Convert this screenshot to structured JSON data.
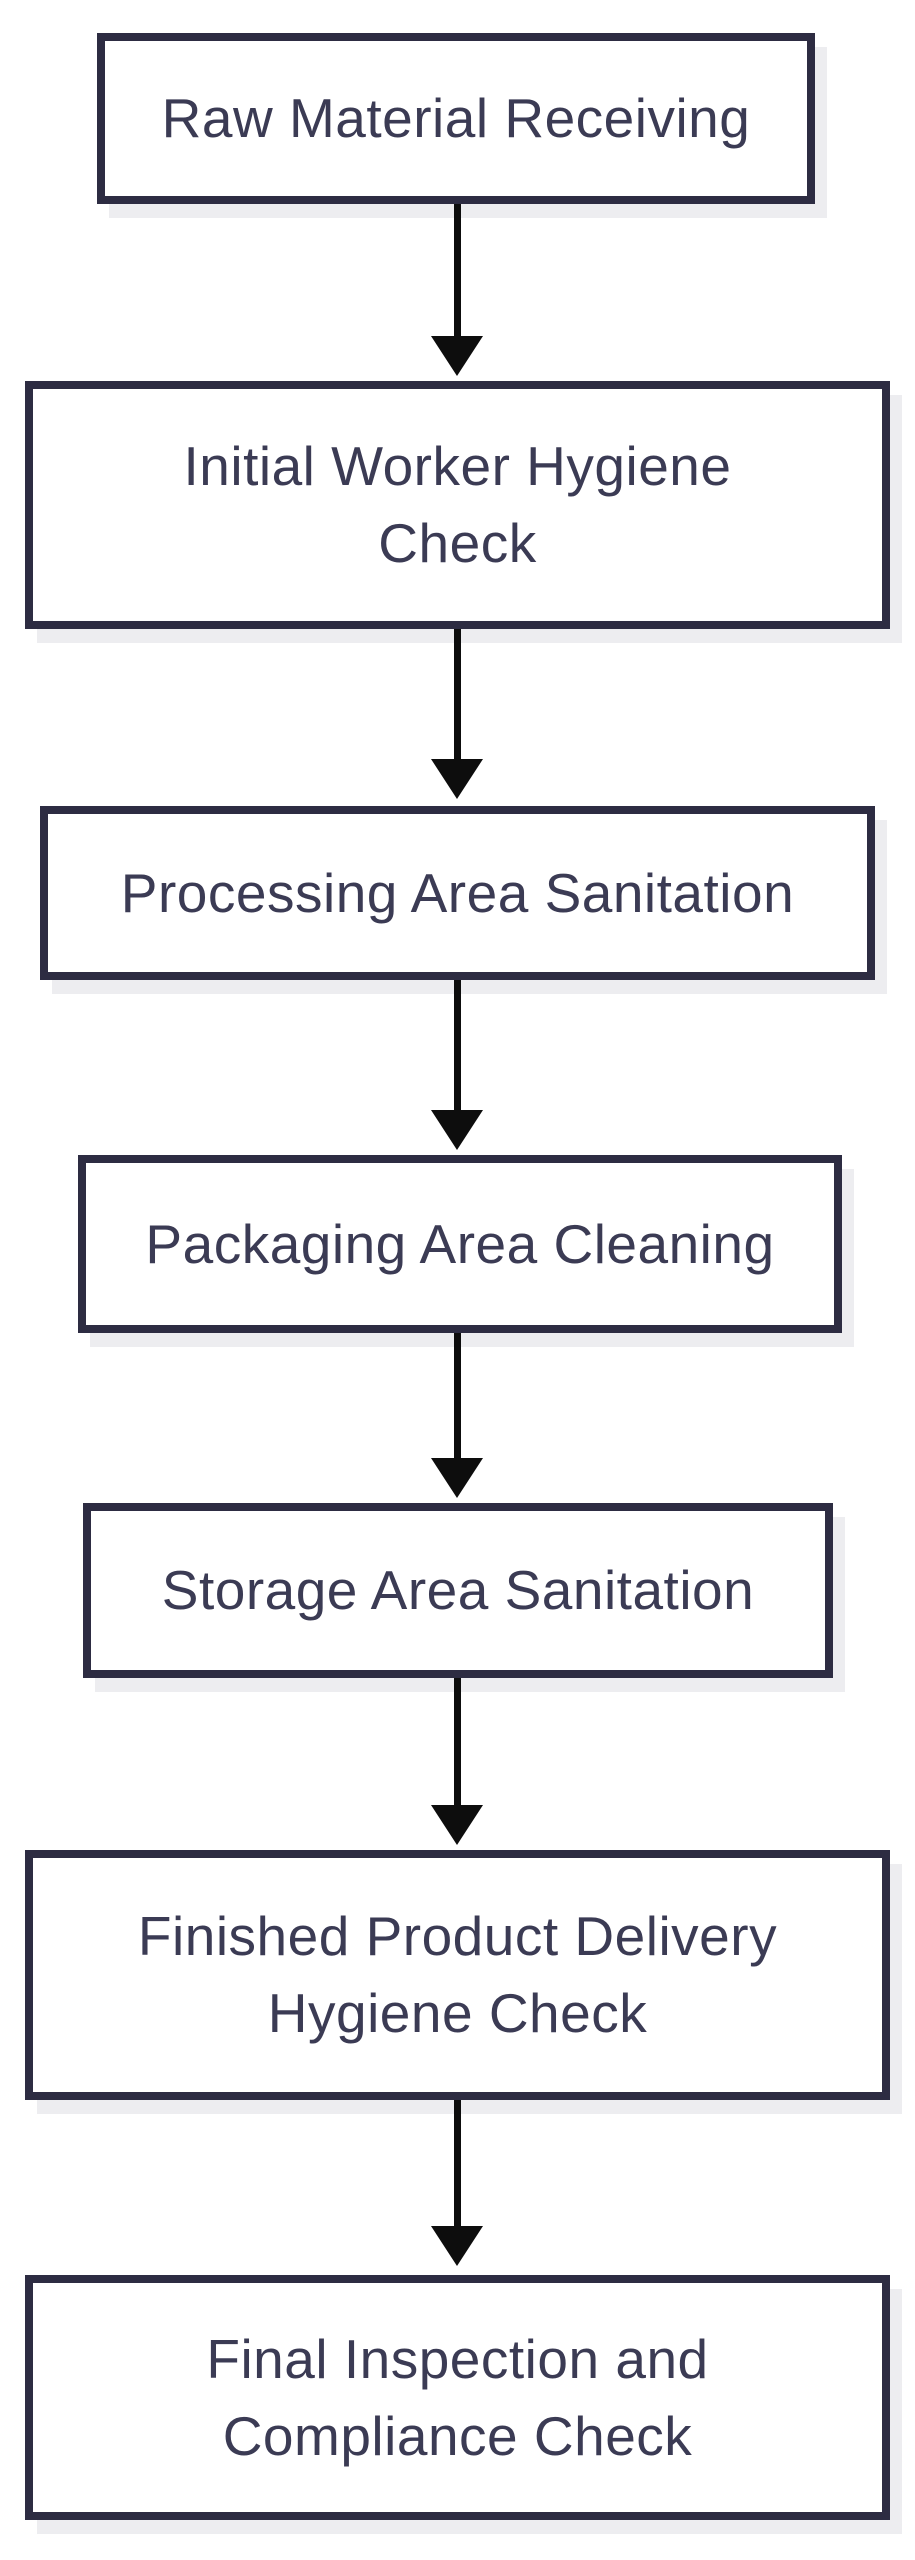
{
  "theme": {
    "background": "#ffffff",
    "border_color": "#2d2c42",
    "text_color": "#3b3b54",
    "arrow_color": "#0d0d0d",
    "shadow_color": "#ededf0"
  },
  "flow": {
    "type": "flowchart",
    "direction": "top-down",
    "nodes": [
      {
        "id": "raw-material-receiving",
        "label": "Raw Material Receiving",
        "line1": "Raw Material Receiving",
        "line2": ""
      },
      {
        "id": "initial-worker-hygiene-check",
        "label": "Initial Worker Hygiene Check",
        "line1": "Initial Worker Hygiene",
        "line2": "Check"
      },
      {
        "id": "processing-area-sanitation",
        "label": "Processing Area Sanitation",
        "line1": "Processing Area Sanitation",
        "line2": ""
      },
      {
        "id": "packaging-area-cleaning",
        "label": "Packaging Area Cleaning",
        "line1": "Packaging Area Cleaning",
        "line2": ""
      },
      {
        "id": "storage-area-sanitation",
        "label": "Storage Area Sanitation",
        "line1": "Storage Area Sanitation",
        "line2": ""
      },
      {
        "id": "finished-product-delivery-hygiene-check",
        "label": "Finished Product Delivery Hygiene Check",
        "line1": "Finished Product Delivery",
        "line2": "Hygiene Check"
      },
      {
        "id": "final-inspection-and-compliance-check",
        "label": "Final Inspection and Compliance Check",
        "line1": "Final Inspection and",
        "line2": "Compliance Check"
      }
    ],
    "edges": [
      {
        "from": "raw-material-receiving",
        "to": "initial-worker-hygiene-check"
      },
      {
        "from": "initial-worker-hygiene-check",
        "to": "processing-area-sanitation"
      },
      {
        "from": "processing-area-sanitation",
        "to": "packaging-area-cleaning"
      },
      {
        "from": "packaging-area-cleaning",
        "to": "storage-area-sanitation"
      },
      {
        "from": "storage-area-sanitation",
        "to": "finished-product-delivery-hygiene-check"
      },
      {
        "from": "finished-product-delivery-hygiene-check",
        "to": "final-inspection-and-compliance-check"
      }
    ]
  }
}
